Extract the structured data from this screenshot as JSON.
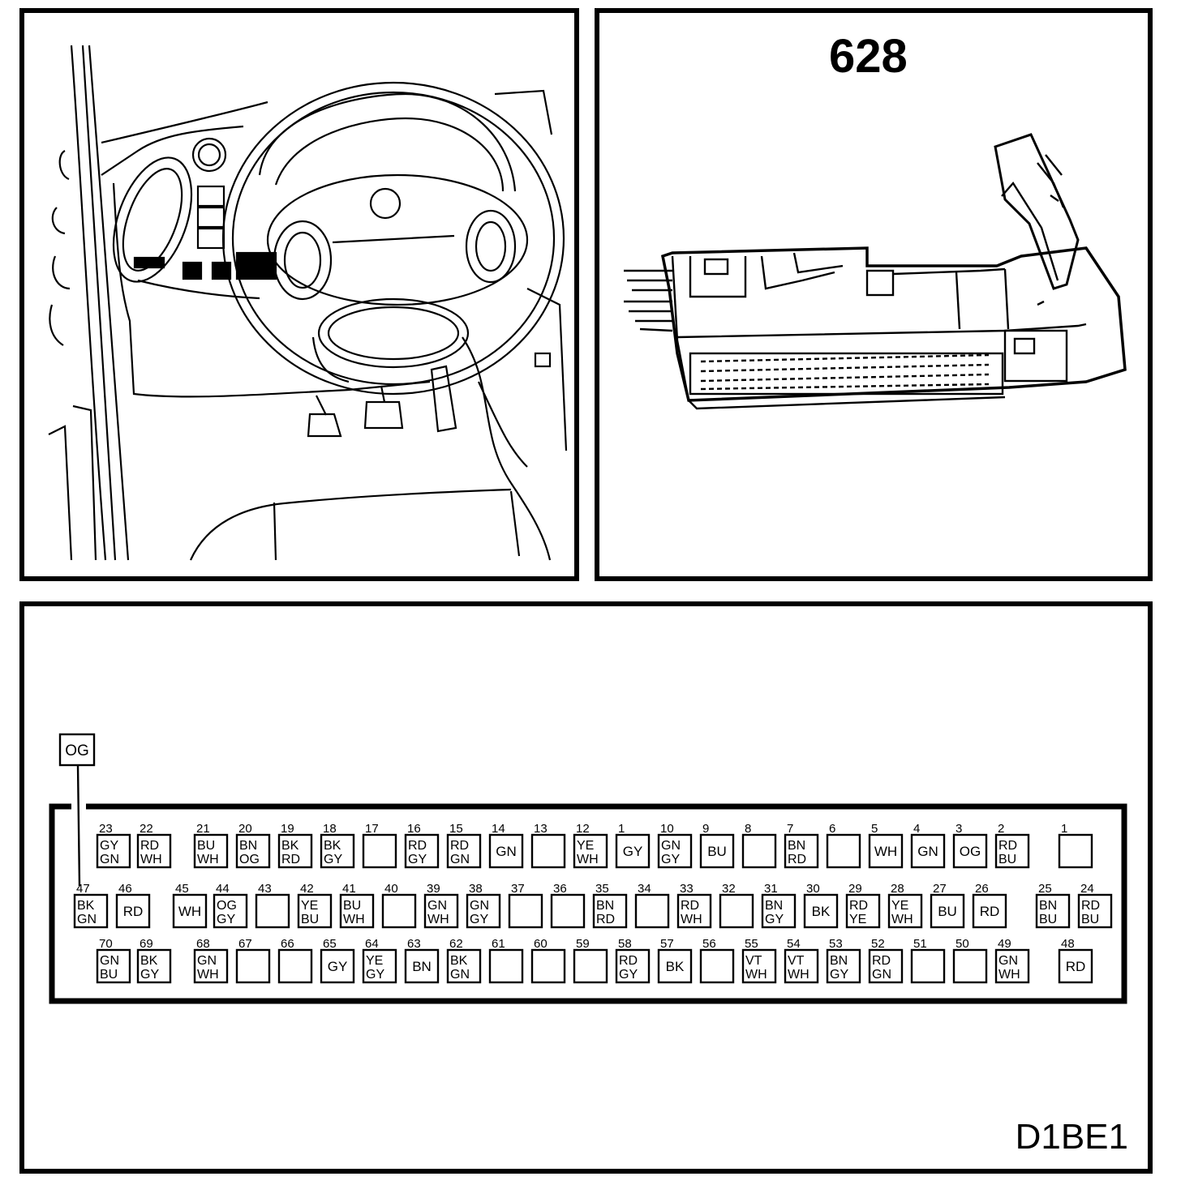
{
  "connector_number": "628",
  "figure_ref": "D1BE1",
  "external_wire": {
    "color": "OG",
    "connects_to_pin": "47"
  },
  "pins": {
    "row1": [
      {
        "num": "23",
        "c1": "GY",
        "c2": "GN"
      },
      {
        "num": "22",
        "c1": "RD",
        "c2": "WH"
      },
      {
        "num": "21",
        "c1": "BU",
        "c2": "WH"
      },
      {
        "num": "20",
        "c1": "BN",
        "c2": "OG"
      },
      {
        "num": "19",
        "c1": "BK",
        "c2": "RD"
      },
      {
        "num": "18",
        "c1": "BK",
        "c2": "GY"
      },
      {
        "num": "17",
        "c1": "",
        "c2": ""
      },
      {
        "num": "16",
        "c1": "RD",
        "c2": "GY"
      },
      {
        "num": "15",
        "c1": "RD",
        "c2": "GN"
      },
      {
        "num": "14",
        "c1": "GN",
        "c2": ""
      },
      {
        "num": "13",
        "c1": "",
        "c2": ""
      },
      {
        "num": "12",
        "c1": "YE",
        "c2": "WH"
      },
      {
        "num": "1",
        "c1": "GY",
        "c2": ""
      },
      {
        "num": "10",
        "c1": "GN",
        "c2": "GY"
      },
      {
        "num": "9",
        "c1": "BU",
        "c2": ""
      },
      {
        "num": "8",
        "c1": "",
        "c2": ""
      },
      {
        "num": "7",
        "c1": "BN",
        "c2": "RD"
      },
      {
        "num": "6",
        "c1": "",
        "c2": ""
      },
      {
        "num": "5",
        "c1": "WH",
        "c2": ""
      },
      {
        "num": "4",
        "c1": "GN",
        "c2": ""
      },
      {
        "num": "3",
        "c1": "OG",
        "c2": ""
      },
      {
        "num": "2",
        "c1": "RD",
        "c2": "BU"
      },
      {
        "num": "1",
        "c1": "",
        "c2": ""
      }
    ],
    "row2": [
      {
        "num": "47",
        "c1": "BK",
        "c2": "GN"
      },
      {
        "num": "46",
        "c1": "RD",
        "c2": ""
      },
      {
        "num": "45",
        "c1": "WH",
        "c2": ""
      },
      {
        "num": "44",
        "c1": "OG",
        "c2": "GY"
      },
      {
        "num": "43",
        "c1": "",
        "c2": ""
      },
      {
        "num": "42",
        "c1": "YE",
        "c2": "BU"
      },
      {
        "num": "41",
        "c1": "BU",
        "c2": "WH"
      },
      {
        "num": "40",
        "c1": "",
        "c2": ""
      },
      {
        "num": "39",
        "c1": "GN",
        "c2": "WH"
      },
      {
        "num": "38",
        "c1": "GN",
        "c2": "GY"
      },
      {
        "num": "37",
        "c1": "",
        "c2": ""
      },
      {
        "num": "36",
        "c1": "",
        "c2": ""
      },
      {
        "num": "35",
        "c1": "BN",
        "c2": "RD"
      },
      {
        "num": "34",
        "c1": "",
        "c2": ""
      },
      {
        "num": "33",
        "c1": "RD",
        "c2": "WH"
      },
      {
        "num": "32",
        "c1": "",
        "c2": ""
      },
      {
        "num": "31",
        "c1": "BN",
        "c2": "GY"
      },
      {
        "num": "30",
        "c1": "BK",
        "c2": ""
      },
      {
        "num": "29",
        "c1": "RD",
        "c2": "YE"
      },
      {
        "num": "28",
        "c1": "YE",
        "c2": "WH"
      },
      {
        "num": "27",
        "c1": "BU",
        "c2": ""
      },
      {
        "num": "26",
        "c1": "RD",
        "c2": ""
      },
      {
        "num": "25",
        "c1": "BN",
        "c2": "BU"
      },
      {
        "num": "24",
        "c1": "RD",
        "c2": "BU"
      }
    ],
    "row3": [
      {
        "num": "70",
        "c1": "GN",
        "c2": "BU"
      },
      {
        "num": "69",
        "c1": "BK",
        "c2": "GY"
      },
      {
        "num": "68",
        "c1": "GN",
        "c2": "WH"
      },
      {
        "num": "67",
        "c1": "",
        "c2": ""
      },
      {
        "num": "66",
        "c1": "",
        "c2": ""
      },
      {
        "num": "65",
        "c1": "GY",
        "c2": ""
      },
      {
        "num": "64",
        "c1": "YE",
        "c2": "GY"
      },
      {
        "num": "63",
        "c1": "BN",
        "c2": ""
      },
      {
        "num": "62",
        "c1": "BK",
        "c2": "GN"
      },
      {
        "num": "61",
        "c1": "",
        "c2": ""
      },
      {
        "num": "60",
        "c1": "",
        "c2": ""
      },
      {
        "num": "59",
        "c1": "",
        "c2": ""
      },
      {
        "num": "58",
        "c1": "RD",
        "c2": "GY"
      },
      {
        "num": "57",
        "c1": "BK",
        "c2": ""
      },
      {
        "num": "56",
        "c1": "",
        "c2": ""
      },
      {
        "num": "55",
        "c1": "VT",
        "c2": "WH"
      },
      {
        "num": "54",
        "c1": "VT",
        "c2": "WH"
      },
      {
        "num": "53",
        "c1": "BN",
        "c2": "GY"
      },
      {
        "num": "52",
        "c1": "RD",
        "c2": "GN"
      },
      {
        "num": "51",
        "c1": "",
        "c2": ""
      },
      {
        "num": "50",
        "c1": "",
        "c2": ""
      },
      {
        "num": "49",
        "c1": "GN",
        "c2": "WH"
      },
      {
        "num": "48",
        "c1": "RD",
        "c2": ""
      }
    ]
  }
}
